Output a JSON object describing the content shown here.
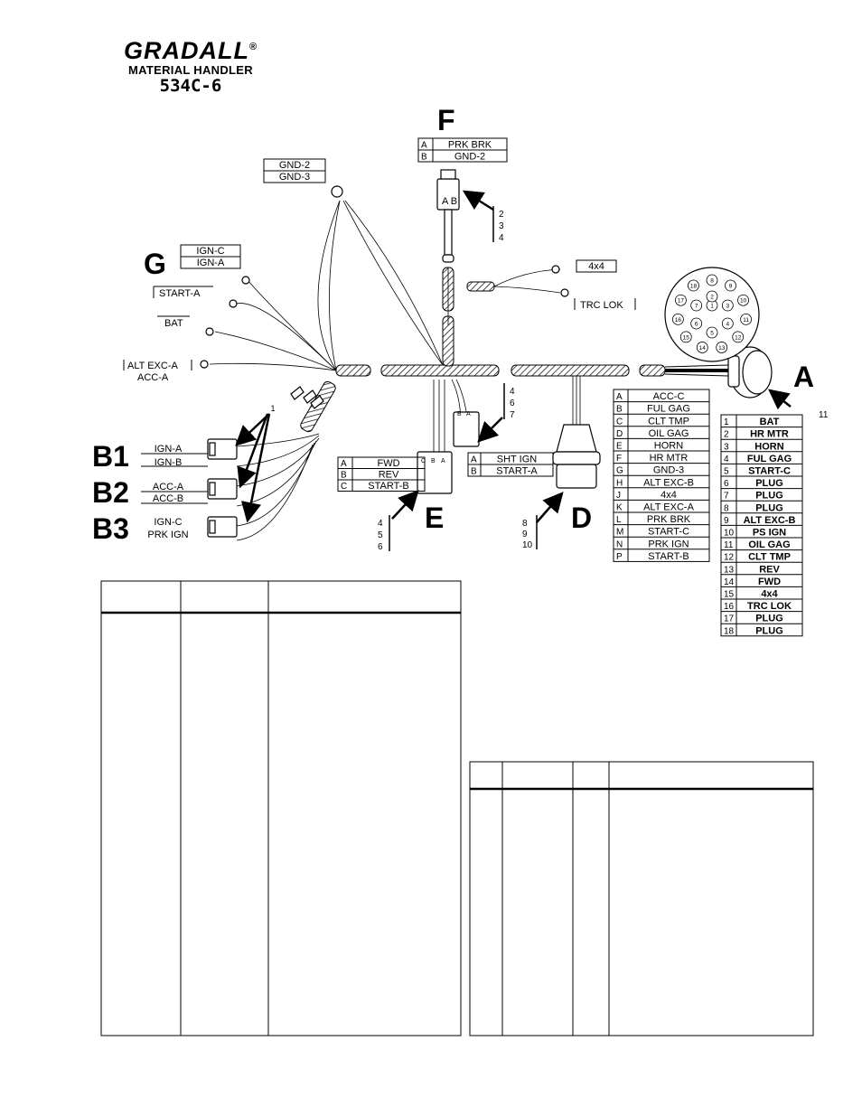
{
  "header": {
    "brand": "GRADALL",
    "subtitle": "MATERIAL HANDLER",
    "model": "534C-6"
  },
  "connectors": {
    "A": {
      "label": "A",
      "callout": "11",
      "pins": [
        [
          "1",
          "BAT"
        ],
        [
          "2",
          "HR MTR"
        ],
        [
          "3",
          "HORN"
        ],
        [
          "4",
          "FUL GAG"
        ],
        [
          "5",
          "START-C"
        ],
        [
          "6",
          "PLUG"
        ],
        [
          "7",
          "PLUG"
        ],
        [
          "8",
          "PLUG"
        ],
        [
          "9",
          "ALT EXC-B"
        ],
        [
          "10",
          "PS IGN"
        ],
        [
          "11",
          "OIL GAG"
        ],
        [
          "12",
          "CLT TMP"
        ],
        [
          "13",
          "REV"
        ],
        [
          "14",
          "FWD"
        ],
        [
          "15",
          "4x4"
        ],
        [
          "16",
          "TRC LOK"
        ],
        [
          "17",
          "PLUG"
        ],
        [
          "18",
          "PLUG"
        ]
      ]
    },
    "B1": {
      "label": "B1",
      "wires": [
        "IGN-A",
        "IGN-B"
      ]
    },
    "B2": {
      "label": "B2",
      "wires": [
        "ACC-A",
        "ACC-B"
      ]
    },
    "B3": {
      "label": "B3",
      "wires": [
        "IGN-C",
        "PRK IGN"
      ]
    },
    "B_callout": "1",
    "D": {
      "label": "D",
      "callouts": [
        "8",
        "9",
        "10"
      ],
      "pins": [
        [
          "A",
          "ACC-C"
        ],
        [
          "B",
          "FUL GAG"
        ],
        [
          "C",
          "CLT TMP"
        ],
        [
          "D",
          "OIL GAG"
        ],
        [
          "E",
          "HORN"
        ],
        [
          "F",
          "HR MTR"
        ],
        [
          "G",
          "GND-3"
        ],
        [
          "H",
          "ALT EXC-B"
        ],
        [
          "J",
          "4x4"
        ],
        [
          "K",
          "ALT EXC-A"
        ],
        [
          "L",
          "PRK BRK"
        ],
        [
          "M",
          "START-C"
        ],
        [
          "N",
          "PRK IGN"
        ],
        [
          "P",
          "START-B"
        ]
      ]
    },
    "E": {
      "label": "E",
      "callouts": [
        "4",
        "5",
        "6"
      ],
      "pins": [
        [
          "A",
          "FWD"
        ],
        [
          "B",
          "REV"
        ],
        [
          "C",
          "START-B"
        ]
      ],
      "face": [
        "C",
        "B",
        "A"
      ]
    },
    "E2": {
      "callouts": [
        "4",
        "6",
        "7"
      ],
      "pins": [
        [
          "A",
          "SHT IGN"
        ],
        [
          "B",
          "START-A"
        ]
      ],
      "face": [
        "B",
        "A"
      ]
    },
    "F": {
      "label": "F",
      "callouts": [
        "2",
        "3",
        "4"
      ],
      "pins": [
        [
          "A",
          "PRK BRK"
        ],
        [
          "B",
          "GND-2"
        ]
      ],
      "face": "A B"
    },
    "G": {
      "label": "G",
      "wires": [
        "IGN-C",
        "IGN-A"
      ]
    },
    "start_a": "START-A",
    "bat": "BAT",
    "alt_exc_a": "ALT EXC-A",
    "acc_a": "ACC-A",
    "gnd": [
      "GND-2",
      "GND-3"
    ],
    "four_by_four": "4x4",
    "trc_lok": "TRC LOK",
    "round_pins": [
      "1",
      "2",
      "3",
      "4",
      "5",
      "6",
      "7",
      "8",
      "9",
      "10",
      "11",
      "12",
      "13",
      "14",
      "15",
      "16",
      "17",
      "18"
    ]
  }
}
